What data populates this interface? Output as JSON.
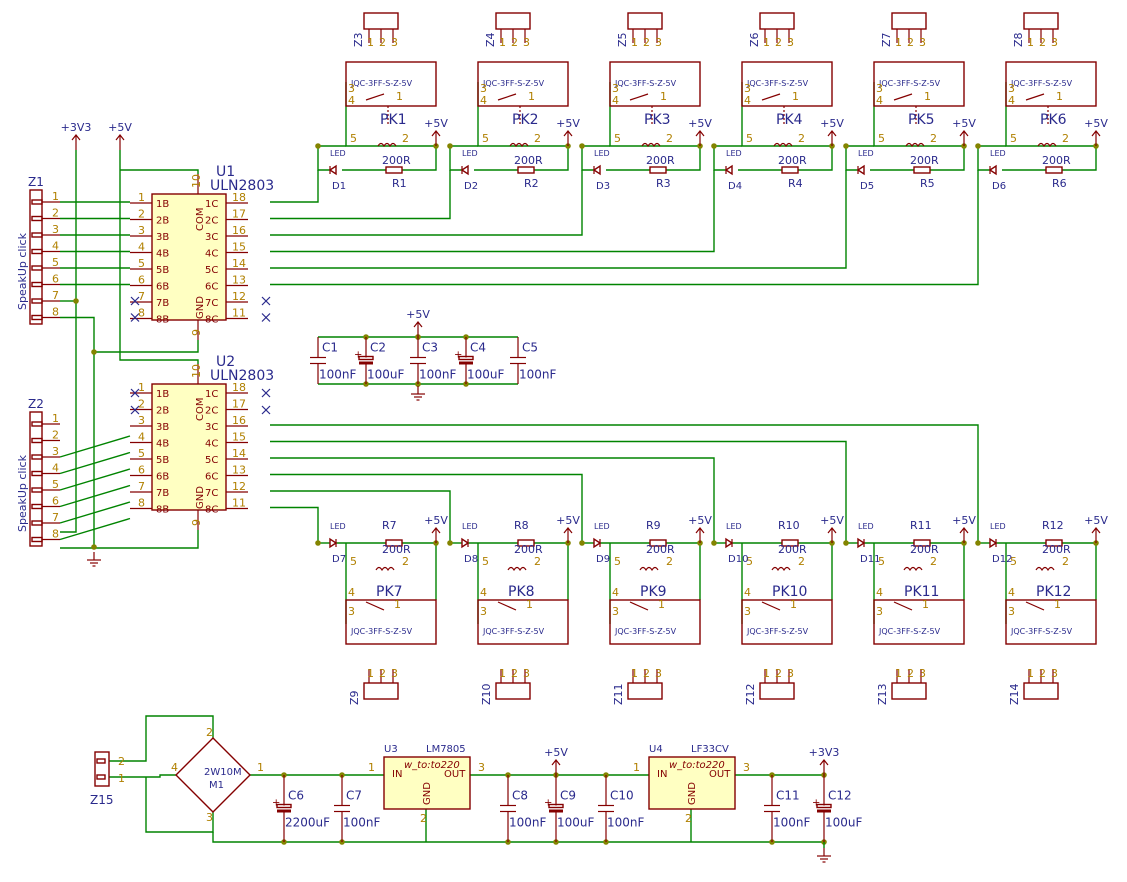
{
  "ics": [
    {
      "ref": "U1",
      "value": "ULN2803"
    },
    {
      "ref": "U2",
      "value": "ULN2803"
    }
  ],
  "ic_pins_left": [
    "1B",
    "2B",
    "3B",
    "4B",
    "5B",
    "6B",
    "7B",
    "8B"
  ],
  "ic_pins_right": [
    "1C",
    "2C",
    "3C",
    "4C",
    "5C",
    "6C",
    "7C",
    "8C"
  ],
  "ic_pin_nums_left": [
    "1",
    "2",
    "3",
    "4",
    "5",
    "6",
    "7",
    "8"
  ],
  "ic_pin_nums_right": [
    "18",
    "17",
    "16",
    "15",
    "14",
    "13",
    "12",
    "11"
  ],
  "ic_com": "COM",
  "ic_com_pin": "10",
  "ic_gnd": "GND",
  "ic_gnd_pin": "9",
  "connectors": [
    {
      "ref": "Z1",
      "value": "SpeakUp click",
      "pins": [
        "1",
        "2",
        "3",
        "4",
        "5",
        "6",
        "7",
        "8"
      ]
    },
    {
      "ref": "Z2",
      "value": "SpeakUp click",
      "pins": [
        "1",
        "2",
        "3",
        "4",
        "5",
        "6",
        "7",
        "8"
      ]
    }
  ],
  "power": {
    "p5": "+5V",
    "p33": "+3V3"
  },
  "relays_top": [
    {
      "rel": "PK1",
      "d": "D1",
      "r": "R1",
      "z": "Z3"
    },
    {
      "rel": "PK2",
      "d": "D2",
      "r": "R2",
      "z": "Z4"
    },
    {
      "rel": "PK3",
      "d": "D3",
      "r": "R3",
      "z": "Z5"
    },
    {
      "rel": "PK4",
      "d": "D4",
      "r": "R4",
      "z": "Z6"
    },
    {
      "rel": "PK5",
      "d": "D5",
      "r": "R5",
      "z": "Z7"
    },
    {
      "rel": "PK6",
      "d": "D6",
      "r": "R6",
      "z": "Z8"
    }
  ],
  "relays_bottom": [
    {
      "rel": "PK7",
      "d": "D7",
      "r": "R7",
      "z": "Z9"
    },
    {
      "rel": "PK8",
      "d": "D8",
      "r": "R8",
      "z": "Z10"
    },
    {
      "rel": "PK9",
      "d": "D9",
      "r": "R9",
      "z": "Z11"
    },
    {
      "rel": "PK10",
      "d": "D10",
      "r": "R10",
      "z": "Z12"
    },
    {
      "rel": "PK11",
      "d": "D11",
      "r": "R11",
      "z": "Z13"
    },
    {
      "rel": "PK12",
      "d": "D12",
      "r": "R12",
      "z": "Z14"
    }
  ],
  "relay_value": "JQC-3FF-S-Z-5V",
  "led_label": "LED",
  "res_value": "200R",
  "relay_pins": [
    "1",
    "2",
    "3",
    "4",
    "5"
  ],
  "conn3_pins": [
    "1",
    "2",
    "3"
  ],
  "decoupling": [
    {
      "ref": "C1",
      "value": "100nF",
      "pol": false
    },
    {
      "ref": "C2",
      "value": "100uF",
      "pol": true
    },
    {
      "ref": "C3",
      "value": "100nF",
      "pol": false
    },
    {
      "ref": "C4",
      "value": "100uF",
      "pol": true
    },
    {
      "ref": "C5",
      "value": "100nF",
      "pol": false
    }
  ],
  "psu": {
    "z15": "Z15",
    "z15_pins": [
      "2",
      "1"
    ],
    "bridge_ref": "M1",
    "bridge_value": "2W10M",
    "bridge_pins": [
      "1",
      "2",
      "3",
      "4"
    ],
    "u3_ref": "U3",
    "u3_value": "LM7805",
    "u4_ref": "U4",
    "u4_value": "LF33CV",
    "reg_footprint": "w_to:to220",
    "reg_in": "IN",
    "reg_out": "OUT",
    "reg_gnd": "GND",
    "reg_pins": [
      "1",
      "3",
      "2"
    ],
    "caps": [
      {
        "ref": "C6",
        "value": "2200uF",
        "pol": true
      },
      {
        "ref": "C7",
        "value": "100nF",
        "pol": false
      },
      {
        "ref": "C8",
        "value": "100nF",
        "pol": false
      },
      {
        "ref": "C9",
        "value": "100uF",
        "pol": true
      },
      {
        "ref": "C10",
        "value": "100nF",
        "pol": false
      },
      {
        "ref": "C11",
        "value": "100nF",
        "pol": false
      },
      {
        "ref": "C12",
        "value": "100uF",
        "pol": true
      }
    ]
  }
}
